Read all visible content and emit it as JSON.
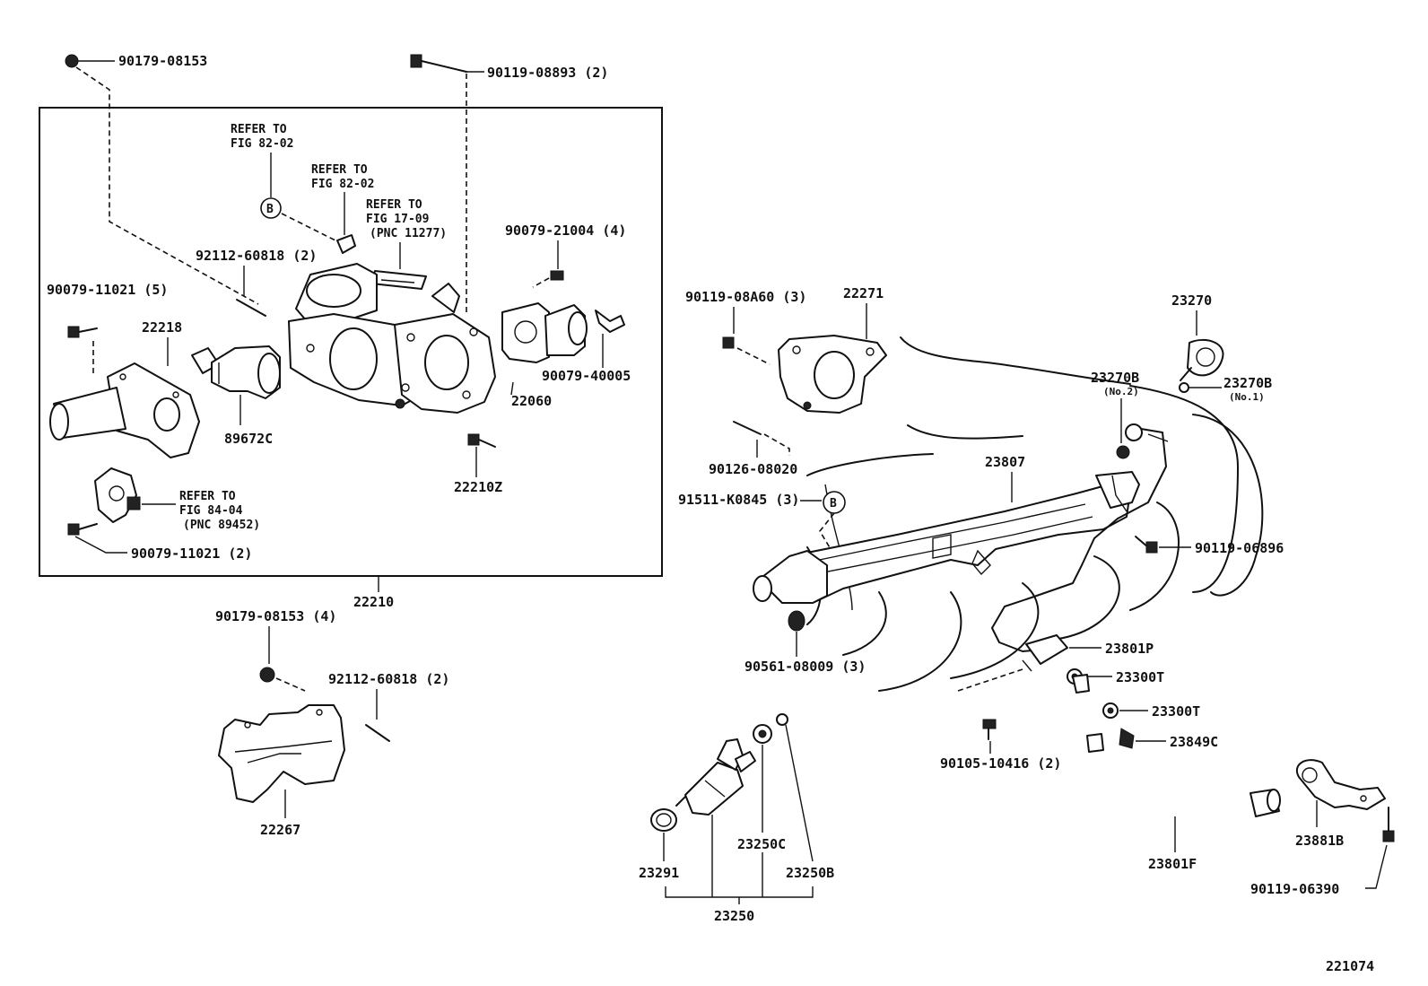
{
  "figure_id": "221074",
  "labels": {
    "p_90179_08153_top": "90179-08153",
    "p_90119_08893": "90119-08893 (2)",
    "refer_82_02_a_1": "REFER TO",
    "refer_82_02_a_2": "FIG 82-02",
    "refer_82_02_b_1": "REFER TO",
    "refer_82_02_b_2": "FIG 82-02",
    "refer_17_09_1": "REFER TO",
    "refer_17_09_2": "FIG 17-09",
    "refer_17_09_3": "(PNC 11277)",
    "p_92112_60818_top": "92112-60818 (2)",
    "p_90079_21004": "90079-21004 (4)",
    "p_90079_11021_5": "90079-11021 (5)",
    "p_22218": "22218",
    "p_90079_40005": "90079-40005",
    "p_22060": "22060",
    "p_89672C": "89672C",
    "p_22210Z": "22210Z",
    "refer_84_04_1": "REFER TO",
    "refer_84_04_2": "FIG 84-04",
    "refer_84_04_3": "(PNC 89452)",
    "p_90079_11021_2": "90079-11021 (2)",
    "p_22210": "22210",
    "p_90179_08153_4": "90179-08153 (4)",
    "p_92112_60818_bottom": "92112-60818 (2)",
    "p_22267": "22267",
    "p_90119_08A60": "90119-08A60 (3)",
    "p_22271": "22271",
    "p_23270": "23270",
    "p_23270B_no2": "23270B",
    "p_no2": "(No.2)",
    "p_23270B_no1": "23270B",
    "p_no1": "(No.1)",
    "p_23807": "23807",
    "p_90126_08020": "90126-08020",
    "p_91511_K0845": "91511-K0845 (3)",
    "p_90119_06896": "90119-06896",
    "p_90561_08009": "90561-08009 (3)",
    "p_23801P": "23801P",
    "p_23300T_a": "23300T",
    "p_23300T_b": "23300T",
    "p_23849C": "23849C",
    "p_90105_10416": "90105-10416 (2)",
    "p_23250C": "23250C",
    "p_23250B": "23250B",
    "p_23291": "23291",
    "p_23250": "23250",
    "p_23801F": "23801F",
    "p_23881B": "23881B",
    "p_90119_06390": "90119-06390"
  },
  "callouts": {
    "b_left": "B",
    "b_right": "B"
  }
}
